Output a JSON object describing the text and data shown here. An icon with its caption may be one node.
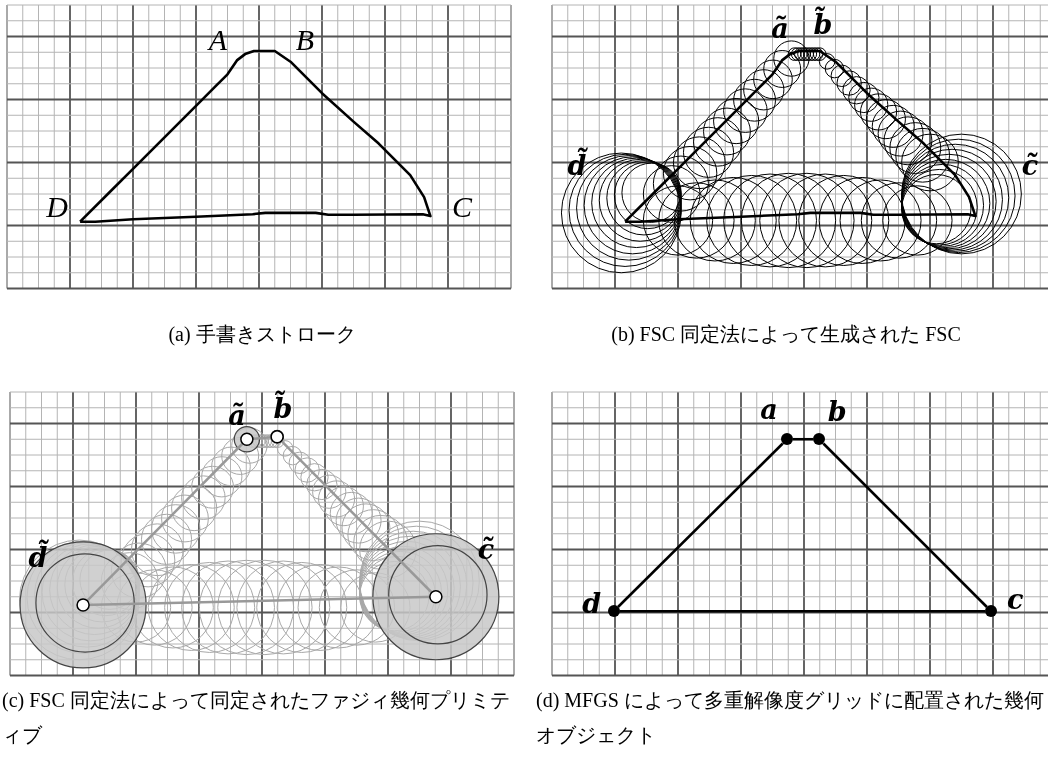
{
  "diagram": {
    "nodes": [
      {
        "text": [],
        "shape": "circle",
        "beside": [
          "a"
        ]
      },
      {
        "text": [],
        "shape": "circle",
        "beside": [
          "b"
        ]
      },
      {
        "text": [],
        "shape": "circle",
        "beside": [
          "d"
        ]
      },
      {
        "text": [],
        "shape": "circle",
        "beside": [
          "c"
        ]
      }
    ],
    "edges": [
      {
        "from": 0,
        "to": 1,
        "arrow": "none"
      },
      {
        "from": 1,
        "to": 3,
        "arrow": "none"
      },
      {
        "from": 3,
        "to": 2,
        "arrow": "none"
      },
      {
        "from": 2,
        "to": 0,
        "arrow": "none"
      }
    ],
    "labels": [
      "A",
      "B",
      "D",
      "C",
      "ã",
      "b̃",
      "d̃",
      "c̃",
      "(a) 手書きストローク",
      "(b) FSC 同定法によって生成された FSC",
      "ã",
      "b̃",
      "d̃",
      "c̃",
      "(c) FSC 同定法によって同定されたファジィ幾何プリミティブ",
      "(d) MFGS によって多重解像度グリッドに配置された幾何オブジェクト"
    ]
  }
}
